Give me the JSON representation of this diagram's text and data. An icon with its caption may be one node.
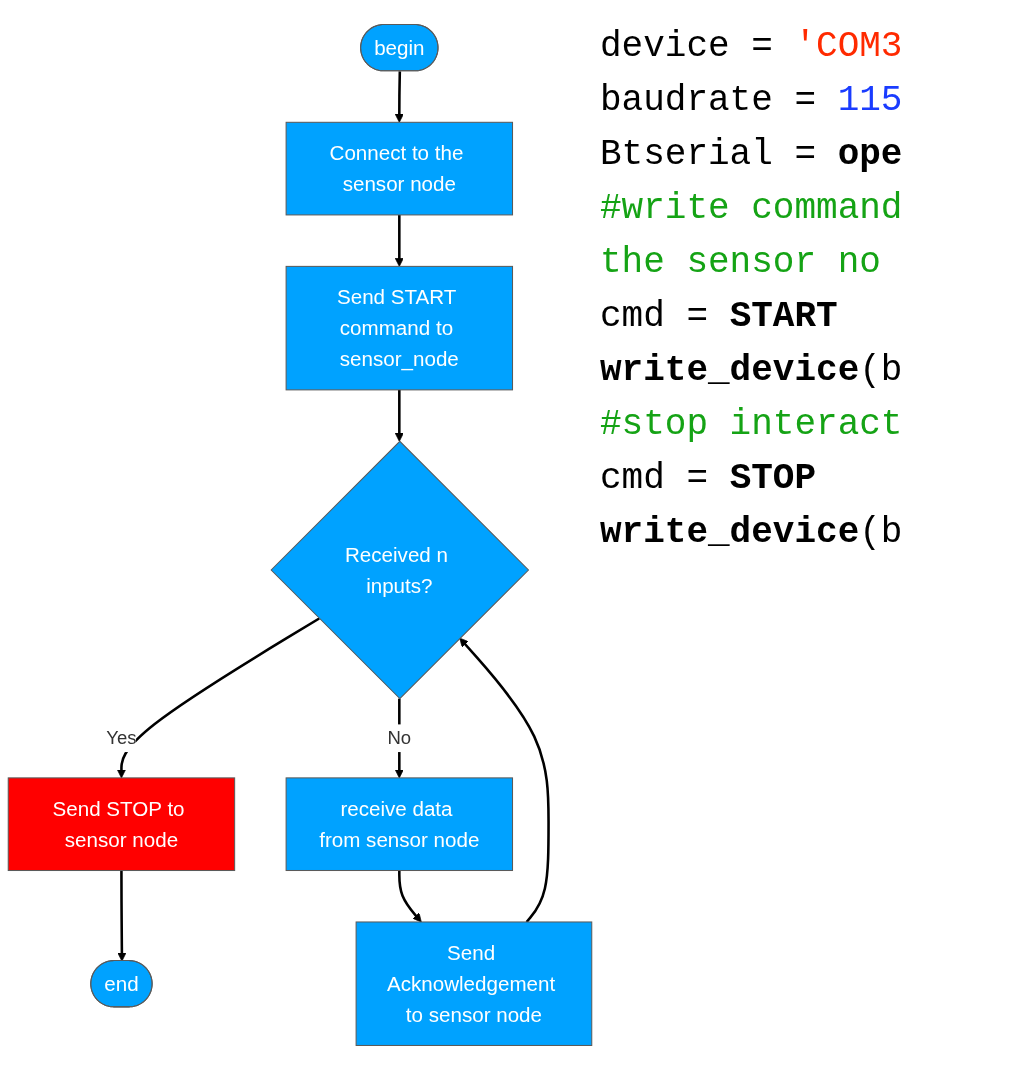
{
  "diagram": {
    "nodes": [
      {
        "text": [
          "begin"
        ]
      },
      {
        "text": [
          "Connect to the sensor node"
        ]
      },
      {
        "text": [
          "Send START command to sensor_node"
        ]
      },
      {
        "text": [
          "Received n inputs?"
        ]
      },
      {
        "text": [
          "Send STOP to sensor node"
        ]
      },
      {
        "text": [
          "end"
        ]
      },
      {
        "text": [
          "receive data from sensor node"
        ]
      },
      {
        "text": [
          "Send Acknowledgement to sensor node"
        ]
      }
    ],
    "edges": [
      {
        "from": 0,
        "to": 1,
        "arrow": "to"
      },
      {
        "from": 1,
        "to": 2,
        "arrow": "to"
      },
      {
        "from": 2,
        "to": 3,
        "arrow": "to"
      },
      {
        "from": 3,
        "to": 4,
        "label": "Yes",
        "arrow": "to"
      },
      {
        "from": 3,
        "to": 6,
        "label": "No",
        "arrow": "to"
      },
      {
        "from": 6,
        "to": 7,
        "arrow": "to"
      },
      {
        "from": 7,
        "to": 3,
        "arrow": "to"
      },
      {
        "from": 4,
        "to": 5,
        "arrow": "to"
      }
    ],
    "labels": [
      "device = 'COM3",
      "baudrate = 115",
      "Btserial = **ope**",
      "#write command the sensor no",
      "cmd = **START**",
      "**write_device**(b",
      "#stop interact",
      "cmd = **STOP**",
      "**write_device**(b"
    ]
  }
}
